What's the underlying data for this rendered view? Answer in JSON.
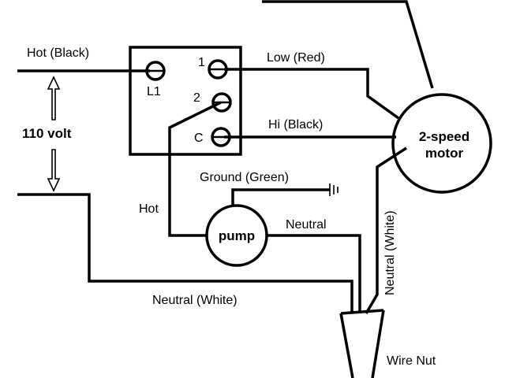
{
  "labels": {
    "hot_black": "Hot (Black)",
    "volt": "110 volt",
    "l1": "L1",
    "term1": "1",
    "term2": "2",
    "termc": "C",
    "low_red": "Low (Red)",
    "hi_black": "Hi (Black)",
    "ground_green": "Ground (Green)",
    "hot": "Hot",
    "pump": "pump",
    "neutral": "Neutral",
    "neutral_white_bottom": "Neutral (White)",
    "neutral_white_vertical": "Neutral (White)",
    "wire_nut": "Wire Nut"
  },
  "motor": {
    "line1": "2-speed",
    "line2": "motor"
  }
}
